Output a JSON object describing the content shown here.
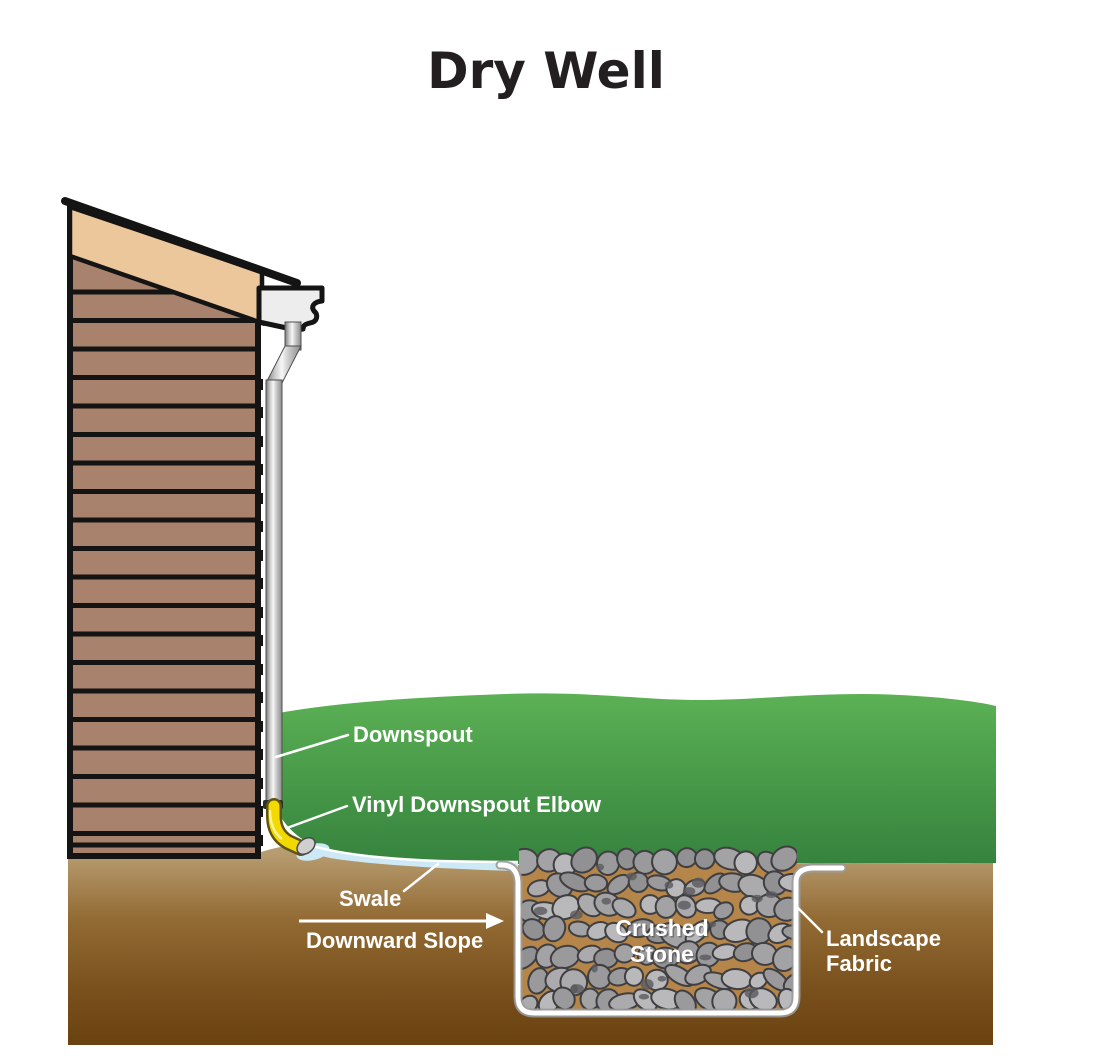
{
  "title": "Dry Well",
  "labels": {
    "downspout": "Downspout",
    "vinyl_elbow": "Vinyl Downspout Elbow",
    "swale": "Swale",
    "downward_slope": "Downward Slope",
    "crushed_stone_line1": "Crushed",
    "crushed_stone_line2": "Stone",
    "landscape_fabric_line1": "Landscape",
    "landscape_fabric_line2": "Fabric"
  },
  "colors": {
    "title_color": "#231f20",
    "outline": "#141414",
    "siding": "#a8826d",
    "roof": "#edc79c",
    "gutter": "#ededed",
    "pipe_light": "#f7f7f7",
    "pipe_dark": "#8a8a8a",
    "elbow_yellow": "#f2da00",
    "elbow_shadow": "#5f5412",
    "swale_blue": "#cde9f6",
    "grass_top": "#5cb155",
    "grass_bottom": "#35823e",
    "soil_top": "#b79c70",
    "soil_bottom": "#6a4210",
    "pit_gap_tan": "#b5854a",
    "stone_palette": [
      "#b9b9bc",
      "#a3a3a6",
      "#919194",
      "#ababae",
      "#9a9a9d"
    ],
    "stone_outline": "#3f3f42",
    "stone_shadow": "#5a5a5e",
    "fabric_white": "#ffffff",
    "label_text": "#ffffff"
  }
}
